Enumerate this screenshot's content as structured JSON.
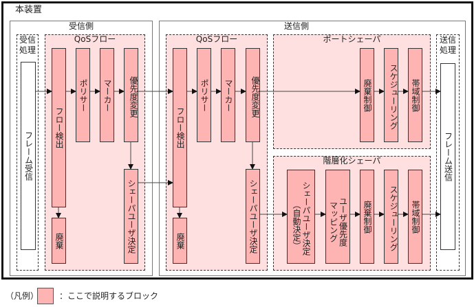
{
  "device": {
    "title": "本装置"
  },
  "receive_side": {
    "title": "受信側",
    "processing": {
      "title": "受信処理",
      "frame_block": "フレーム受信"
    },
    "qos_flow": {
      "title": "QoSフロー",
      "blocks": [
        "フロー検出",
        "ポリサー",
        "マーカー",
        "優先度変更",
        "廃棄",
        "シェーパユーザ決定"
      ]
    }
  },
  "send_side": {
    "title": "送信側",
    "qos_flow": {
      "title": "QoSフロー",
      "blocks": [
        "フロー検出",
        "ポリサー",
        "マーカー",
        "優先度変更",
        "廃棄",
        "シェーパユーザ決定"
      ]
    },
    "port_shaper": {
      "title": "ポートシェーパ",
      "blocks": [
        "廃棄制御",
        "スケジューリング",
        "帯域制御"
      ]
    },
    "hierarchical_shaper": {
      "title": "階層化シェーパ",
      "blocks": [
        "シェーパユーザ決定",
        "（自動決定）",
        "ユーザ優先度",
        "マッピング",
        "廃棄制御",
        "スケジューリング",
        "帯域制御"
      ]
    },
    "processing": {
      "title": "送信処理",
      "frame_block": "フレーム送信"
    }
  },
  "legend": {
    "prefix": "（凡例）",
    "text": "：ここで説明するブロック",
    "color": "#ffb4b4"
  },
  "colors": {
    "zone": "#ffe0e0",
    "block": "#ffb4b4",
    "border": "#333333"
  }
}
